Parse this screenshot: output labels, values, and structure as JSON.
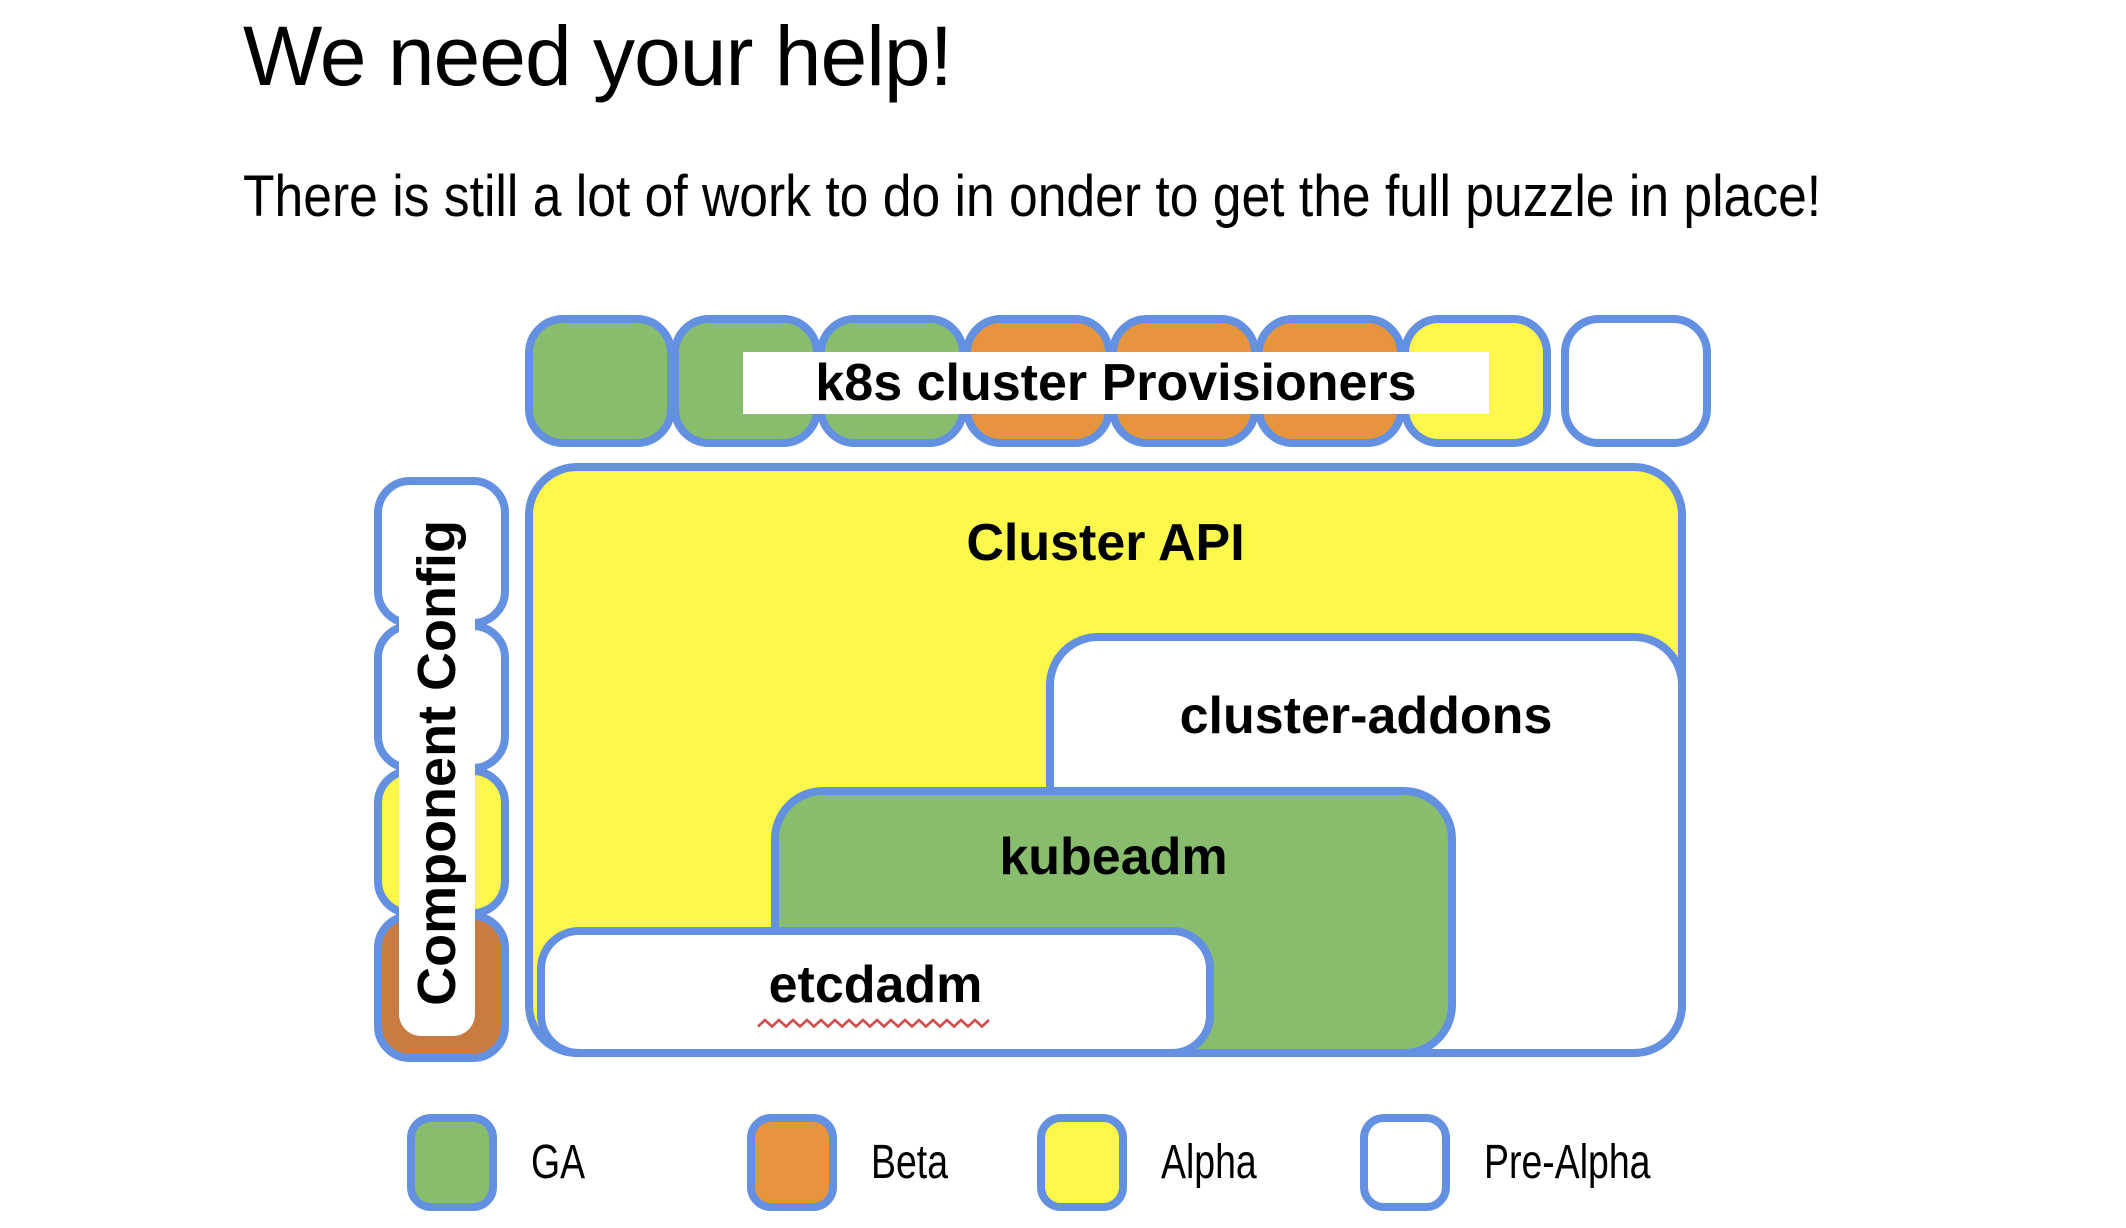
{
  "page": {
    "title": "We need your help!",
    "subtitle": "There is still a lot of work to do in onder to get the full puzzle in place!"
  },
  "colors": {
    "ga": "#87bd6d",
    "beta": "#e6953c",
    "beta_dark": "#c87b41",
    "alpha": "#fcf84b",
    "pre_alpha": "#ffffff",
    "outline": "#6490e2",
    "squiggle": "#cc4b4b",
    "text": "#000000"
  },
  "diagram": {
    "provisioners": {
      "label": "k8s cluster Provisioners",
      "squares": [
        "ga",
        "ga",
        "ga",
        "beta",
        "beta",
        "beta",
        "alpha",
        "pre_alpha"
      ]
    },
    "component_config": {
      "label": "Component Config",
      "squares": [
        "pre_alpha",
        "pre_alpha",
        "alpha",
        "beta_dark"
      ]
    },
    "nested_boxes": [
      {
        "id": "cluster-api",
        "label": "Cluster API",
        "status": "alpha"
      },
      {
        "id": "cluster-addons",
        "label": "cluster-addons",
        "status": "pre_alpha"
      },
      {
        "id": "kubeadm",
        "label": "kubeadm",
        "status": "ga"
      },
      {
        "id": "etcdadm",
        "label": "etcdadm",
        "status": "pre_alpha",
        "spellcheck_underline": true
      }
    ]
  },
  "legend": {
    "items": [
      {
        "status": "ga",
        "label": "GA"
      },
      {
        "status": "beta",
        "label": "Beta"
      },
      {
        "status": "alpha",
        "label": "Alpha"
      },
      {
        "status": "pre_alpha",
        "label": "Pre-Alpha"
      }
    ]
  }
}
